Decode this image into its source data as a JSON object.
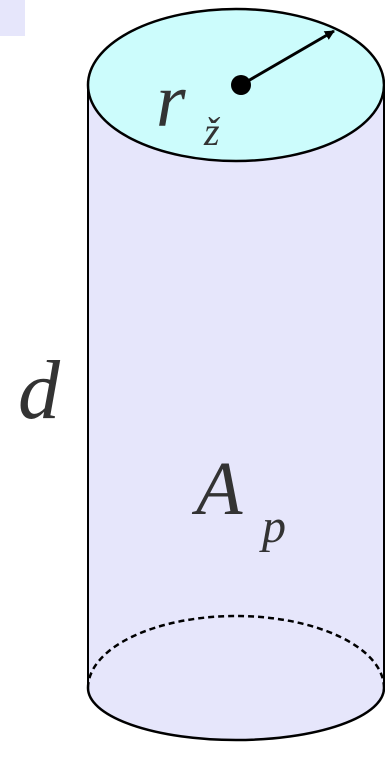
{
  "colors": {
    "body_fill": "#e6e6fb",
    "top_fill": "#ccfcfc",
    "stroke": "#000000",
    "label": "#333333",
    "corner_tag": "#e6e6fb"
  },
  "labels": {
    "radius": "r",
    "radius_sub": "ž",
    "height": "d",
    "area": "A",
    "area_sub": "p"
  }
}
